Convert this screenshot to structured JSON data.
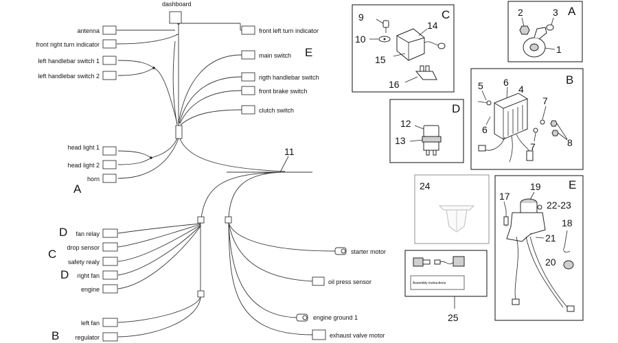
{
  "connectors": {
    "dashboard": "dashboard",
    "antenna": "antenna",
    "front_right_turn": "front right turn indicator",
    "left_hb_1": "left handlebar switch 1",
    "left_hb_2": "left handlebar switch 2",
    "head_light_1": "head light 1",
    "head_light_2": "head light 2",
    "horn": "horn",
    "front_left_turn": "front left turn indicator",
    "main_switch": "main switch",
    "right_hb": "rigth handlebar switch",
    "front_brake": "front brake switch",
    "clutch": "clutch switch",
    "fan_relay": "fan relay",
    "drop_sensor": "drop sensor",
    "safety_relay": "safety realy",
    "right_fan": "right fan",
    "engine": "engine",
    "left_fan": "left fan",
    "regulator": "regulator",
    "starter_motor": "starter motor",
    "oil_press": "oil press sensor",
    "engine_ground": "engine ground 1",
    "exhaust_valve": "exhaust valve motor"
  },
  "section_letters": {
    "A": "A",
    "B": "B",
    "C": "C",
    "D": "D",
    "E": "E"
  },
  "harness_number": "11",
  "panels": {
    "A": {
      "letter": "A",
      "numbers": [
        "1",
        "2",
        "3"
      ]
    },
    "B": {
      "letter": "B",
      "numbers": [
        "4",
        "5",
        "6",
        "6",
        "7",
        "7",
        "8"
      ]
    },
    "C": {
      "letter": "C",
      "numbers": [
        "9",
        "10",
        "14",
        "15",
        "16"
      ]
    },
    "D": {
      "letter": "D",
      "numbers": [
        "12",
        "13"
      ]
    },
    "E": {
      "letter": "E",
      "numbers": [
        "17",
        "18",
        "19",
        "20",
        "21",
        "22-23"
      ]
    },
    "p24": {
      "number": "24"
    },
    "p25": {
      "number": "25",
      "sheet_label": "Assembly instructions"
    }
  }
}
